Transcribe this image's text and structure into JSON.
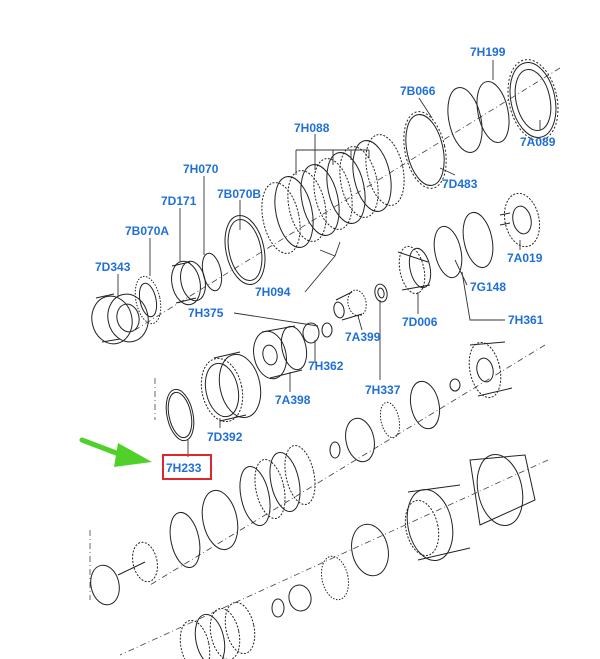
{
  "colors": {
    "label": "#1f6fd8",
    "highlight_box": "#e0262b",
    "arrow": "#4fd12a",
    "line": "#222222"
  },
  "labels": {
    "p7H199": "7H199",
    "p7B066": "7B066",
    "p7A089": "7A089",
    "p7H088": "7H088",
    "p7D483": "7D483",
    "p7H070": "7H070",
    "p7D171": "7D171",
    "p7B070B": "7B070B",
    "p7B070A": "7B070A",
    "p7A019": "7A019",
    "p7D343": "7D343",
    "p7G148": "7G148",
    "p7H094": "7H094",
    "p7H375": "7H375",
    "p7D006": "7D006",
    "p7H361": "7H361",
    "p7A399": "7A399",
    "p7H362": "7H362",
    "p7H337": "7H337",
    "p7A398": "7A398",
    "p7D392": "7D392",
    "p7H233": "7H233"
  },
  "highlight": {
    "part": "7H233",
    "arrow_icon": "right-arrow-icon"
  }
}
